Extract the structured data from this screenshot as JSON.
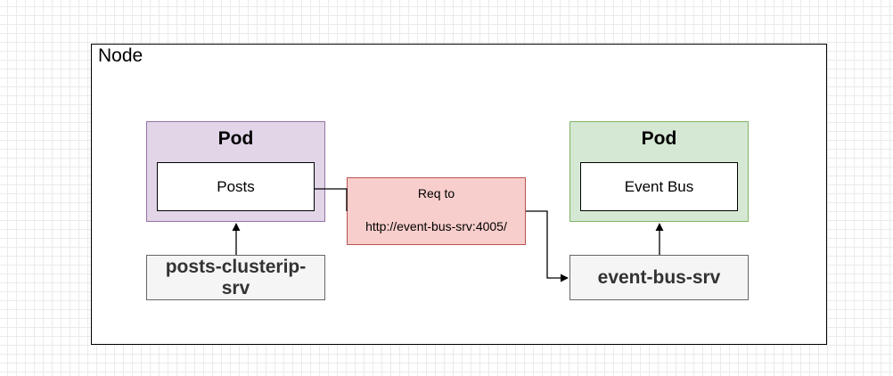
{
  "node": {
    "label": "Node"
  },
  "pods": [
    {
      "title": "Pod",
      "container": "Posts"
    },
    {
      "title": "Pod",
      "container": "Event Bus"
    }
  ],
  "services": [
    {
      "name_line1": "posts-clusterip-",
      "name_line2": "srv"
    },
    {
      "name": "event-bus-srv"
    }
  ],
  "request": {
    "line1": "Req to",
    "line2": "http://event-bus-srv:4005/"
  },
  "colors": {
    "pod_left_fill": "#e1d5e7",
    "pod_left_stroke": "#9673a6",
    "pod_right_fill": "#d5e8d4",
    "pod_right_stroke": "#82b366",
    "service_fill": "#f5f5f5",
    "request_fill": "#f8cecc",
    "request_stroke": "#b85450",
    "grid": "#ebebeb"
  },
  "icons": {
    "arrowhead": "filled-triangle"
  }
}
